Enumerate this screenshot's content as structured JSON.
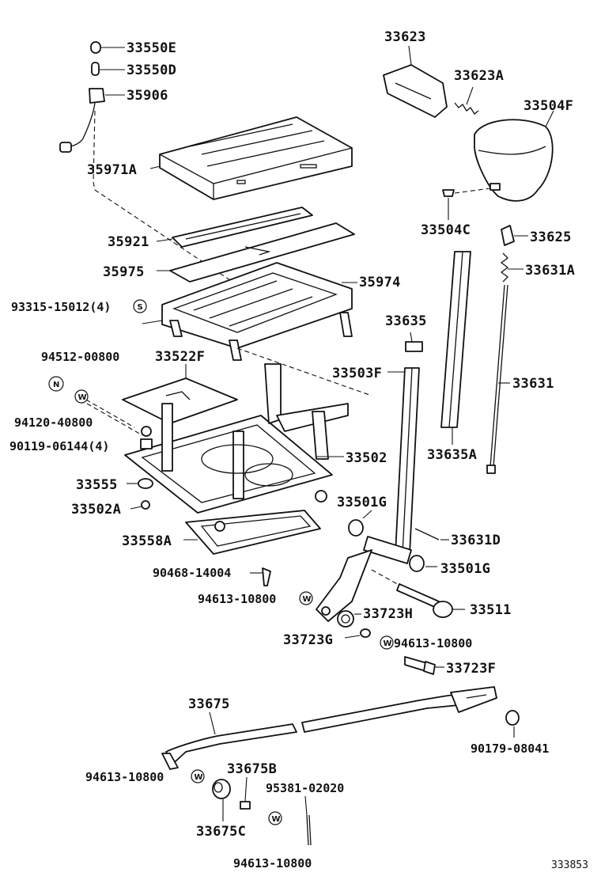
{
  "labels": {
    "p33550E": "33550E",
    "p33550D": "33550D",
    "p35906": "35906",
    "p35971A": "35971A",
    "p35921": "35921",
    "p35975": "35975",
    "p35974": "35974",
    "p93315": "93315-15012(4)",
    "p94512": "94512-00800",
    "p33522F": "33522F",
    "p94120": "94120-40800",
    "p90119": "90119-06144(4)",
    "p33555": "33555",
    "p33502A": "33502A",
    "p33558A": "33558A",
    "p90468": "90468-14004",
    "p94613a": "94613-10800",
    "p33502": "33502",
    "p33501Ga": "33501G",
    "p33501Gb": "33501G",
    "p33723H": "33723H",
    "p33723G": "33723G",
    "p94613b": "94613-10800",
    "p33511": "33511",
    "p33723F": "33723F",
    "p33623": "33623",
    "p33623A": "33623A",
    "p33504F": "33504F",
    "p33504C": "33504C",
    "p33625": "33625",
    "p33631A": "33631A",
    "p33635": "33635",
    "p33503F": "33503F",
    "p33631": "33631",
    "p33635A": "33635A",
    "p33631D": "33631D",
    "p33675": "33675",
    "p90179": "90179-08041",
    "p94613c": "94613-10800",
    "p33675B": "33675B",
    "p95381": "95381-02020",
    "p33675C": "33675C",
    "p94613d": "94613-10800",
    "ref": "333853"
  },
  "symbols": {
    "s": "S",
    "n": "N",
    "w": "W"
  }
}
